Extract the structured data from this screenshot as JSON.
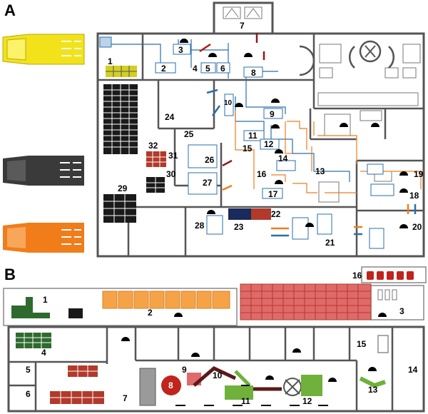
{
  "panels": {
    "a": {
      "letter": "A"
    },
    "b": {
      "letter": "B"
    }
  },
  "panel_a_labels": [
    "1",
    "2",
    "3",
    "4",
    "5",
    "6",
    "7",
    "8",
    "9",
    "10",
    "11",
    "12",
    "13",
    "14",
    "15",
    "16",
    "17",
    "18",
    "19",
    "20",
    "21",
    "22",
    "23",
    "24",
    "25",
    "26",
    "27",
    "28",
    "29",
    "30",
    "31",
    "32"
  ],
  "panel_b_labels": [
    "1",
    "2",
    "3",
    "4",
    "5",
    "6",
    "7",
    "8",
    "9",
    "10",
    "11",
    "12",
    "13",
    "14",
    "15",
    "16"
  ],
  "trucks": {
    "yellow": "#f2e21a",
    "gray": "#3a3a3a",
    "orange": "#f07d1a"
  },
  "colors": {
    "rack_black": "#1a1a1a",
    "rack_red": "#b23a2a",
    "rack_green": "#2e6a2e",
    "machine_green": "#6fb13b",
    "tray_orange": "#f6a348",
    "grid_red": "#e06a6a",
    "machine_red": "#c0241c",
    "pipe_blue": "#2a6fa8",
    "pipe_orange": "#f07d1a",
    "arrow_red": "#8b1a1a",
    "arrow_blue": "#2a6fa8"
  },
  "icons": [
    "person-icon",
    "truck-icon",
    "rack-icon",
    "arrow-icon",
    "machine-icon"
  ]
}
